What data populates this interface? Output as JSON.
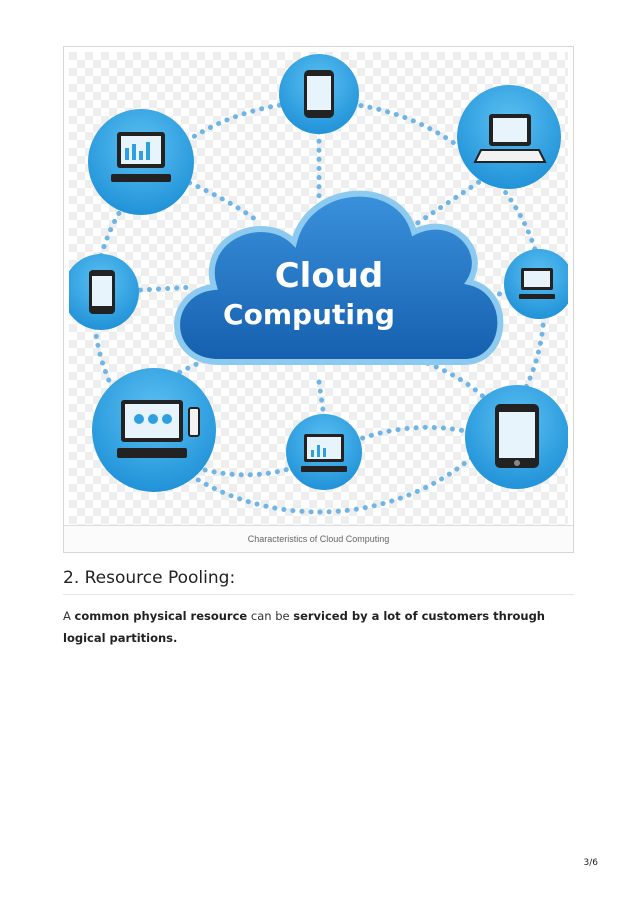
{
  "figure": {
    "image_text": {
      "line1": "Cloud",
      "line2": "Computing"
    },
    "caption": "Characteristics of Cloud Computing"
  },
  "section": {
    "heading": "2. Resource Pooling:",
    "paragraph": {
      "part1": "A ",
      "bold1": "common physical resource",
      "part2": " can be ",
      "bold2": "serviced by a lot of customers through logical partitions."
    }
  },
  "footer": {
    "page_indicator": "3/6"
  },
  "colors": {
    "node_blue": "#2e9fe0",
    "cloud_blue": "#1e73c2",
    "dots": "#6fb6e6"
  }
}
